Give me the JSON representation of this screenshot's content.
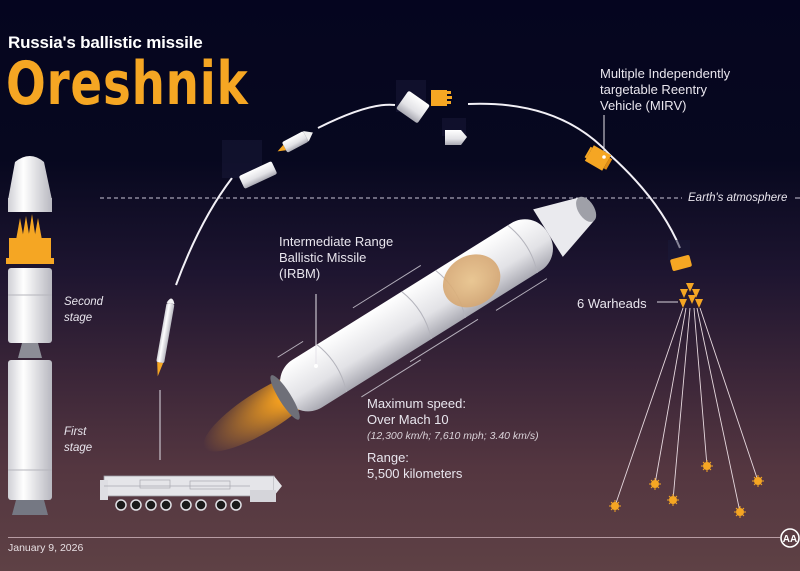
{
  "header": {
    "subtitle": "Russia's ballistic missile",
    "title": "Oreshnik"
  },
  "labels": {
    "mirv": [
      "Multiple Independently",
      "targetable Reentry",
      "Vehicle (MIRV)"
    ],
    "atmosphere": "Earth's atmosphere",
    "irbm": [
      "Intermediate Range",
      "Ballistic Missile",
      "(IRBM)"
    ],
    "warheads": "6 Warheads",
    "second_stage": [
      "Second",
      "stage"
    ],
    "first_stage": [
      "First",
      "stage"
    ]
  },
  "specs": {
    "speed_label": "Maximum speed:",
    "speed_value": "Over Mach 10",
    "speed_detail": "(12,300 km/h; 7,610 mph; 3.40 km/s)",
    "range_label": "Range:",
    "range_value": "5,500 kilometers"
  },
  "footer": {
    "date": "January 9, 2026",
    "logo": "AA"
  },
  "colors": {
    "accent": "#f5a623",
    "bg_top": "#05051f",
    "bg_bottom": "#5e4145",
    "text": "#ffffff"
  }
}
